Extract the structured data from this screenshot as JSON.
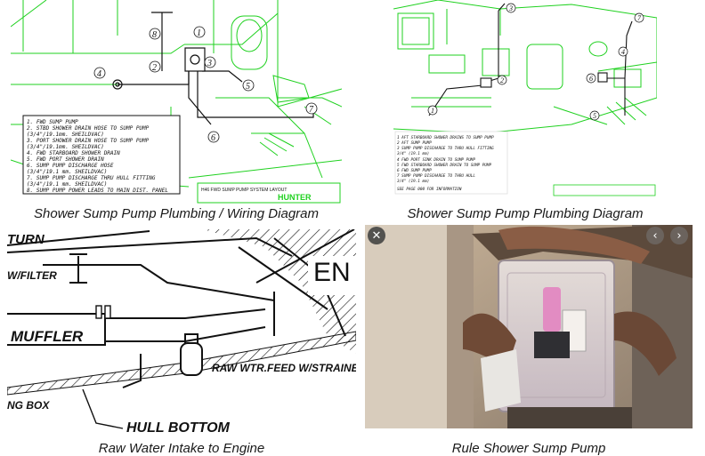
{
  "results": [
    {
      "caption": "Shower Sump Pump Plumbing / Wiring Diagram",
      "legend": [
        "1.  FWD SUMP PUMP",
        "2.  STBD SHOWER DRAIN HOSE TO SUMP PUMP",
        "    (3/4\"/19.1mm. SHEILDVAC)",
        "3.  PORT SHOWER DRAIN HOSE TO SUMP PUMP",
        "    (3/4\"/19.1mm. SHEILDVAC)",
        "4.  FWD STARBOARD SHOWER DRAIN",
        "5.  FWD PORT SHOWER DRAIN",
        "6.  SUMP PUMP DISCHARGE HOSE",
        "    (3/4\"/19.1 mm. SHEILDVAC)",
        "7.  SUMP PUMP DISCHARGE THRU HULL FITTING",
        "    (3/4\"/19.1 mm. SHEILDVAC)",
        "8.  SUMP PUMP POWER LEADS TO MAIN DIST. PANEL"
      ],
      "callouts": [
        "1",
        "2",
        "3",
        "4",
        "5",
        "6",
        "7",
        "8"
      ],
      "title_block": "H46 FWD SUMP PUMP SYSTEM LAYOUT",
      "brand": "HUNTER"
    },
    {
      "caption": "Shower Sump Pump Plumbing Diagram",
      "legend": [
        "1  AFT STARBOARD SHOWER DRAINS TO SUMP PUMP",
        "2  AFT SUMP PUMP",
        "3  SUMP PUMP DISCHARGE TO THRU HULL FITTING",
        "   3/4\" (19.1 mm)",
        "4  FWD PORT SINK DRAIN TO SUMP PUMP",
        "5  FWD STARBOARD SHOWER DRAIN TO SUMP PUMP",
        "6  FWD SUMP PUMP",
        "7  SUMP PUMP DISCHARGE TO THRU HULL",
        "   3/4\" (19.1 mm)",
        "SEE PAGE 000 FOR INFORMATION"
      ],
      "callouts": [
        "1",
        "2",
        "3",
        "4",
        "5",
        "6",
        "7"
      ]
    },
    {
      "caption": "Raw Water Intake to Engine",
      "labels": {
        "turn": "TURN",
        "filter": "W/FILTER",
        "muffler": "MUFFLER",
        "feed": "RAW WTR.FEED W/STRAINER",
        "box": "NG BOX",
        "hull": "HULL BOTTOM",
        "engine": "EN"
      }
    },
    {
      "caption": "Rule Shower Sump Pump",
      "controls": {
        "close": "✕",
        "prev": "‹",
        "next": "›"
      }
    }
  ]
}
